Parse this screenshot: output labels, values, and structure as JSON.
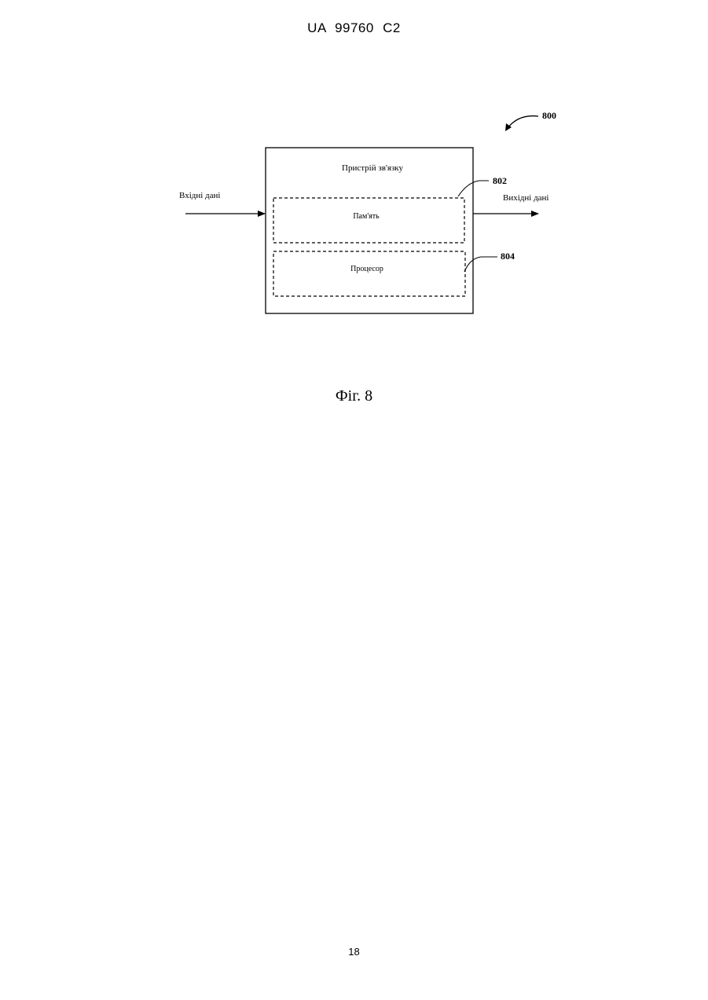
{
  "header": {
    "patent_number": "UA  99760  C2"
  },
  "diagram": {
    "reference_main": "800",
    "reference_memory": "802",
    "reference_processor": "804",
    "device_label": "Пристрій зв'язку",
    "memory_label": "Пам'ять",
    "processor_label": "Процесор",
    "input_label": "Вхідні дані",
    "output_label": "Вихідні дані"
  },
  "caption": "Фіг. 8",
  "footer": {
    "page_number": "18"
  }
}
